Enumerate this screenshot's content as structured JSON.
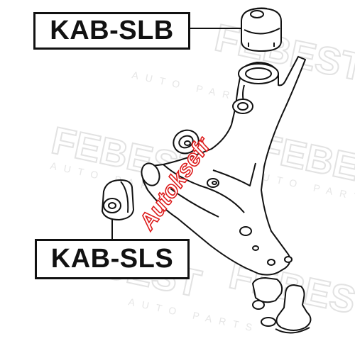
{
  "labels": {
    "top_part": "KAB-SLB",
    "bottom_part": "KAB-SLS"
  },
  "watermarks": {
    "brand": "FEBEST",
    "tagline": "AUTO PARTS",
    "stamp": "Autoksefr"
  },
  "colors": {
    "line": "#111111",
    "label_border": "#111111",
    "watermark": "#e4e4e4",
    "stamp": "#dd1a1a"
  }
}
